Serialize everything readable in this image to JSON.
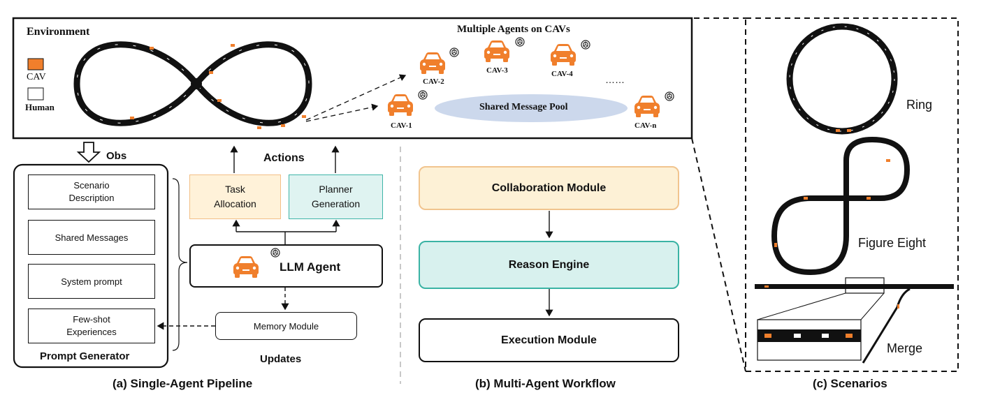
{
  "environment": {
    "title": "Environment",
    "legend_cav": "CAV",
    "legend_human": "Human",
    "agents_title": "Multiple Agents on CAVs",
    "cav_labels": [
      "CAV-1",
      "CAV-2",
      "CAV-3",
      "CAV-4",
      "CAV-n"
    ],
    "ellipsis": "……",
    "pool": "Shared Message Pool"
  },
  "single_agent": {
    "obs": "Obs",
    "actions": "Actions",
    "prompt_items": [
      "Scenario\nDescription",
      "Shared Messages",
      "System prompt",
      "Few-shot\nExperiences"
    ],
    "prompt_generator": "Prompt Generator",
    "task_allocation": "Task\nAllocation",
    "planner_generation": "Planner\nGeneration",
    "llm_agent": "LLM Agent",
    "memory_module": "Memory Module",
    "updates": "Updates",
    "caption": "(a) Single-Agent Pipeline"
  },
  "multi_agent": {
    "collaboration": "Collaboration Module",
    "reason": "Reason Engine",
    "execution": "Execution Module",
    "caption": "(b) Multi-Agent Workflow"
  },
  "scenarios": {
    "ring": "Ring",
    "figure_eight": "Figure Eight",
    "merge": "Merge",
    "caption": "(c) Scenarios"
  },
  "colors": {
    "cav_orange": "#f07f2c",
    "task_fill": "#fff2d9",
    "task_border": "#f3bf86",
    "planner_fill": "#dff3f1",
    "planner_border": "#3fb5a8",
    "collab_fill": "#fdf1d6",
    "collab_border": "#f1c48e",
    "reason_fill": "#d8f1ee",
    "reason_border": "#3ab3a4",
    "pool_fill": "#ccd8ec"
  },
  "icons": [
    "car-icon",
    "openai-logo-icon",
    "legend-cav-swatch",
    "legend-human-swatch"
  ]
}
